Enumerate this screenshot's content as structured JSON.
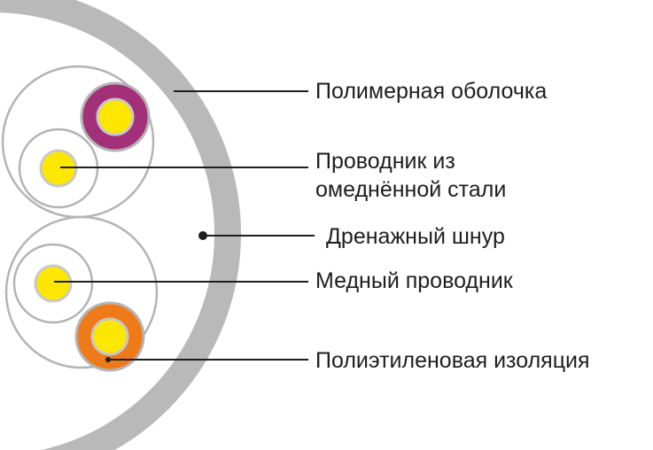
{
  "colors": {
    "outer_sheath": "#b9b9b9",
    "pair_outline": "#b4b4b4",
    "conductor_yellow": "#fde700",
    "insulation_purple": "#a3317a",
    "insulation_orange": "#ef7a19",
    "leader_line": "#1e1e1e",
    "text": "#1e1e1e"
  },
  "labels": {
    "sheath": "Полимерная оболочка",
    "steel_line1": "Проводник из",
    "steel_line2": "омеднённой стали",
    "drain": "Дренажный шнур",
    "copper": "Медный проводник",
    "insulation": "Полиэтиленовая изоляция"
  }
}
